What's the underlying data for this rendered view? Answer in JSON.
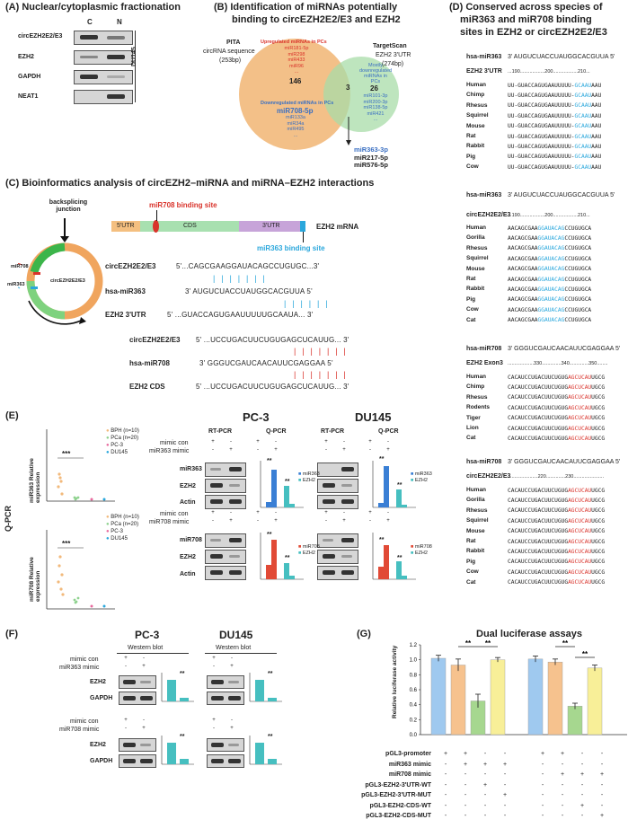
{
  "panelA": {
    "title": "(A) Nuclear/cytoplasmic fractionation",
    "col_c": "C",
    "col_n": "N",
    "rows": [
      "circEZH2E2/E3",
      "EZH2",
      "GAPDH",
      "NEAT1"
    ],
    "cell": "DU145"
  },
  "panelB": {
    "title_line1": "(B) Identification of miRNAs potentially",
    "title_line2": "binding to circEZH2E2/E3 and EZH2",
    "left_tool": "PITA",
    "left_seq": "circRNA sequence",
    "left_len": "(253bp)",
    "right_tool": "TargetScan",
    "right_seq": "EZH2 3'UTR",
    "right_len": "(274bp)",
    "up_label": "Upregulated miRNAs in PCs",
    "up_list": [
      "miR181-5p",
      "miR298",
      "miR433",
      "miR96",
      "..."
    ],
    "left_count": "146",
    "down_label": "Downregulated miRNAs in PCs",
    "down_highlight": "miR708-5p",
    "down_list": [
      "miR133a",
      "miR34a",
      "miR495",
      "..."
    ],
    "overlap": "3",
    "right_label": "Mostly downregulated miRNAs in PCs",
    "right_count": "26",
    "right_list": [
      "miR101-3p",
      "miR200-3p",
      "miR138-5p",
      "miR421",
      "..."
    ],
    "overlap_list": [
      "miR363-3p",
      "miR217-5p",
      "miR576-5p"
    ]
  },
  "panelC": {
    "title": "(C) Bioinformatics analysis of circEZH2–miRNA and miRNA–EZH2 interactions",
    "backsplicing": "backsplicing junction",
    "mir708": "miR708",
    "mir363": "miR363",
    "circ": "circEZH2E2/E3",
    "site708": "miR708 binding site",
    "site363": "miR363 binding site",
    "utr5": "5'UTR",
    "cds": "CDS",
    "utr3": "3'UTR",
    "mrna": "EZH2 mRNA",
    "align1": [
      {
        "label": "circEZH2E2/E3",
        "seq": "5'...CAGCGAAGGAUACAGCCUGUGC...3'"
      },
      {
        "label": "hsa-miR363",
        "seq": "3' AUGUCUACCUAUGGCACGUUA 5'"
      },
      {
        "label": "EZH2 3'UTR",
        "seq": "5' ...GUACCAGUGAAUUUUUGCAAUA... 3'"
      }
    ],
    "align2": [
      {
        "label": "circEZH2E2/E3",
        "seq": "5' ...UCCUGACUUCUGUGAGCUCAUUG... 3'"
      },
      {
        "label": "hsa-miR708",
        "seq": "3' GGGUCGAUCAACAUUCGAGGAA 5'"
      },
      {
        "label": "EZH2 CDS",
        "seq": "5' ...UCCUGACUUCUGUGAGCUCAUUG... 3'"
      }
    ]
  },
  "panelD": {
    "title_line1": "(D) Conserved across species of",
    "title_line2": "miR363 and miR708 binding",
    "title_line3": "sites in EZH2 or circEZH2E2/E3",
    "block1": {
      "mirna_label": "hsa-miR363",
      "mirna_seq": "3' AUGUCUACCUAUGGCACGUUA 5'",
      "target_label": "EZH2 3'UTR",
      "ruler": "...190..................200..................210...",
      "species": [
        "Human",
        "Chimp",
        "Rhesus",
        "Squirrel",
        "Mouse",
        "Rat",
        "Rabbit",
        "Pig",
        "Cow"
      ],
      "seqs": [
        "UU-GUACCAGUGAAUUUUU-GCAAUAAU",
        "UU-GUACCAGUGAAUUUUU-GCAAUAAU",
        "UU-GUACCAGUGAAUUUUU-GCAAUAAU",
        "UU-GUACCAGUGAAUUUUU-GCAAUAAU",
        "UU-GUACCAGUGAAUUUUU-GCAAUAAU",
        "UU-GUACCAGUGAAUUUUU-GCAAUAAU",
        "UU-GUACCAGUGAAUUUUU-GCAAUAAU",
        "UU-GUACCAGUGAAUUUUU-GCAAUAAU",
        "UU-GUACCAGUGAAUUUUU-GCAAUAAU"
      ]
    },
    "block2": {
      "mirna_label": "hsa-miR363",
      "mirna_seq": "3' AUGUCUACCUAUGGCACGUUA 5'",
      "target_label": "circEZH2E2/E3",
      "ruler": "...190..................200..................210...",
      "species": [
        "Human",
        "Gorilla",
        "Rhesus",
        "Squirrel",
        "Mouse",
        "Rat",
        "Rabbit",
        "Pig",
        "Cow",
        "Cat"
      ],
      "seqs": [
        "AACAGCGAAGGAUACAGCCUGUGCA",
        "AACAGCGAAGGAUACAGCCUGUGCA",
        "AACAGCGAAGGAUACAGCCUGUGCA",
        "AACAGCGAAGGAUACAGCCUGUGCA",
        "AACAGCGAAGGAUACAGCCUGUGCA",
        "AACAGCGAAGGAUACAGCCUGUGCA",
        "AACAGCGAAGGAUACAGCCUGUGCA",
        "AACAGCGAAGGAUACAGCCUGUGCA",
        "AACAGCGAAGGAUACAGCCUGUGCA",
        "AACAGCGAAGGAUACAGCCUGUGCA"
      ]
    },
    "block3": {
      "mirna_label": "hsa-miR708",
      "mirna_seq": "3' GGGUCGAUCAACAUUCGAGGAA 5'",
      "target_label": "EZH2 Exon3",
      "ruler": "...................330..............340..............350........",
      "species": [
        "Human",
        "Chimp",
        "Rhesus",
        "Rodents",
        "Tiger",
        "Lion",
        "Cat"
      ],
      "seqs": [
        "CACAUCCUGACUUCUGUGAGCUCAUUGCG",
        "CACAUCCUGACUUCUGUGAGCUCAUUGCG",
        "CACAUCCUGACUUCUGUGAGCUCAUUGCG",
        "CACAUCCUGACUUCUGUGAGCUCAUUGCG",
        "CACAUCCUGACUUCUGUGAGCUCAUUGCG",
        "CACAUCCUGACUUCUGUGAGCUCAUUGCG",
        "CACAUCCUGACUUCUGUGAGCUCAUUGCG"
      ]
    },
    "block4": {
      "mirna_label": "hsa-miR708",
      "mirna_seq": "3' GGGUCGAUCAACAUUCGAGGAA 5'",
      "target_label": "circEZH2E2/E3",
      "ruler": "......................220..............230......................",
      "species": [
        "Human",
        "Gorilla",
        "Rhesus",
        "Squirrel",
        "Mouse",
        "Rat",
        "Rabbit",
        "Pig",
        "Cow",
        "Cat"
      ],
      "seqs": [
        "CACAUCCUGACUUCUGUGAGCUCAUUGCG",
        "CACAUCCUGACUUCUGUGAGCUCAUUGCG",
        "CACAUCCUGACUUCUGUGAGCUCAUUGCG",
        "CACAUCCUGACUUCUGUGAGCUCAUUGCG",
        "CACAUCCUGACUUCUGUGAGCUCAUUGCG",
        "CACAUCCUGACUUCUGUGAGCUCAUUGCG",
        "CACAUCCUGACUUCUGUGAGCUCAUUGCG",
        "CACAUCCUGACUUCUGUGAGCUCAUUGCG",
        "CACAUCCUGACUUCUGUGAGCUCAUUGCG",
        "CACAUCCUGACUUCUGUGAGCUCAUUGCG"
      ]
    }
  },
  "panelE": {
    "title": "(E)",
    "qpcr": "Q-PCR",
    "cell1": "PC-3",
    "cell2": "DU145",
    "rtpcr": "RT-PCR",
    "mimic_con": "mimic con",
    "mir363_mimic": "miR363 mimic",
    "mir708_mimic": "miR708 mimic",
    "rows_top": [
      "miR363",
      "EZH2",
      "Actin"
    ],
    "rows_bottom": [
      "miR708",
      "EZH2",
      "Actin"
    ],
    "ylabel1": "miR363 Relative expression",
    "ylabel2": "miR708 Relative expression",
    "rel_expr": "Relative expression",
    "sig3": "***",
    "sig2": "**",
    "legend_groups": [
      "BPH (n=10)",
      "PCa (n=20)",
      "PC-3",
      "DU145"
    ],
    "legend_series_top": [
      "miR363",
      "EZH2"
    ],
    "legend_series_bottom": [
      "miR708",
      "EZH2"
    ],
    "plus_minus_con": [
      "+",
      "-"
    ],
    "plus_minus_mimic": [
      "-",
      "+"
    ]
  },
  "panelF": {
    "title": "(F)",
    "cell1": "PC-3",
    "cell2": "DU145",
    "wb": "Western blot",
    "mimic_con": "mimic con",
    "mir363_mimic": "miR363 mimic",
    "mir708_mimic": "miR708 mimic",
    "rows": [
      "EZH2",
      "GAPDH"
    ],
    "sig2": "**"
  },
  "panelG": {
    "title": "(G)",
    "chart_title": "Dual luciferase assays",
    "ylabel": "Relative luciferase activity",
    "rows": [
      "pGL3-promoter",
      "miR363 mimic",
      "miR708 mimic",
      "pGL3-EZH2-3'UTR-WT",
      "pGL3-EZH2-3'UTR-MUT",
      "pGL3-EZH2-CDS-WT",
      "pGL3-EZH2-CDS-MUT"
    ],
    "signs": [
      [
        "+",
        "+",
        "-",
        "-",
        "+",
        "+",
        "-",
        "-"
      ],
      [
        "-",
        "+",
        "+",
        "+",
        "-",
        "-",
        "-",
        "-"
      ],
      [
        "-",
        "-",
        "-",
        "-",
        "-",
        "+",
        "+",
        "+"
      ],
      [
        "-",
        "-",
        "+",
        "-",
        "-",
        "-",
        "-",
        "-"
      ],
      [
        "-",
        "-",
        "-",
        "+",
        "-",
        "-",
        "-",
        "-"
      ],
      [
        "-",
        "-",
        "-",
        "-",
        "-",
        "-",
        "+",
        "-"
      ],
      [
        "-",
        "-",
        "-",
        "-",
        "-",
        "-",
        "-",
        "+"
      ]
    ],
    "sig2": "**"
  },
  "chart_data": [
    {
      "type": "bar",
      "title": "Dual luciferase assays",
      "ylabel": "Relative luciferase activity",
      "ylim": [
        0,
        1.2
      ],
      "yticks": [
        "0.0",
        "0.2",
        "0.4",
        "0.6",
        "0.8",
        "1.0",
        "1.2"
      ],
      "values": [
        1.02,
        0.93,
        0.45,
        1.0,
        1.01,
        0.97,
        0.38,
        0.89
      ],
      "errors": [
        0.04,
        0.08,
        0.09,
        0.03,
        0.04,
        0.04,
        0.04,
        0.04
      ],
      "colors": [
        "#9fc9ef",
        "#f6c28e",
        "#a6d78f",
        "#f8ef98",
        "#9fc9ef",
        "#f6c28e",
        "#a6d78f",
        "#f8ef98"
      ]
    }
  ]
}
